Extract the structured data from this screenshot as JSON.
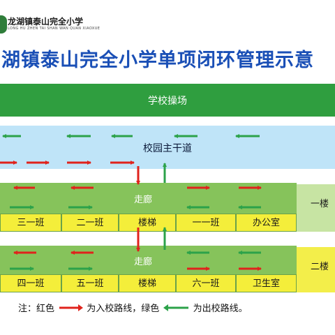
{
  "logo": {
    "name": "龙湖镇泰山完全小学",
    "pinyin": "LONG HU ZHEN TAI SHAN WAN QUAN XIAOXUE"
  },
  "title": "湖镇泰山完全小学单项闭环管理示意",
  "areas": {
    "playground": "学校操场",
    "main_road": "校园主干道"
  },
  "floors": [
    {
      "tag": "一楼",
      "corridor": "走廊",
      "rooms": [
        "三一班",
        "二一班",
        "楼梯",
        "一一班",
        "办公室"
      ]
    },
    {
      "tag": "二楼",
      "corridor": "走廊",
      "rooms": [
        "四一班",
        "五一班",
        "楼梯",
        "六一班",
        "卫生室"
      ]
    }
  ],
  "legend": {
    "prefix": "注：红色",
    "entry_label": "为入校路线，绿色",
    "exit_label": "为出校路线。"
  },
  "colors": {
    "entry_route": "#e0231c",
    "exit_route": "#2ca24a",
    "title": "#1a4fb6",
    "playground": "#2f9e3f",
    "road": "#bfe4f8",
    "corridor": "#86c35b",
    "room": "#f4ee3a"
  }
}
